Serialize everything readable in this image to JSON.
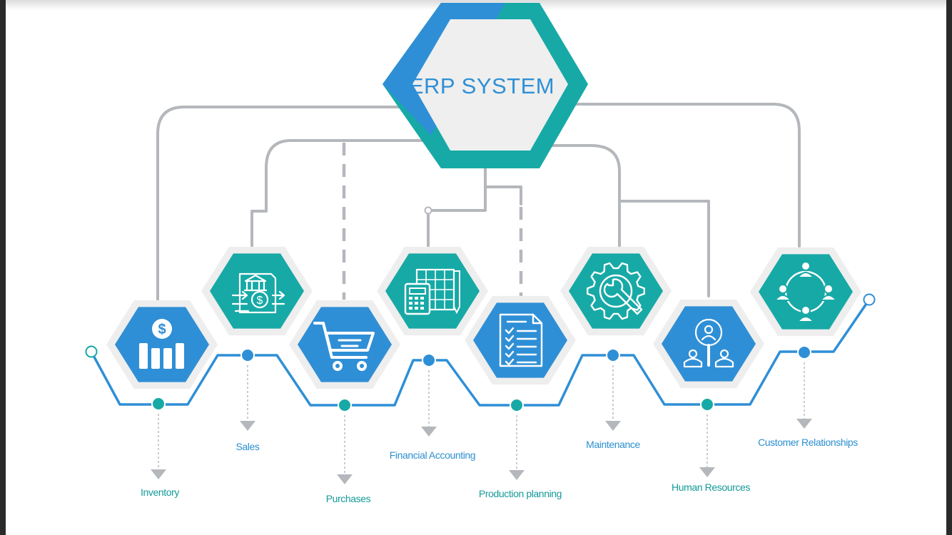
{
  "title": "ERP SYSTEM",
  "colors": {
    "blue": "#2f8fd6",
    "teal": "#17a9a6",
    "blue_label": "#2c8fd0",
    "teal_label": "#139a98",
    "connector": "#b4b7bb",
    "hex_halo": "#eeeeee",
    "hub_fill": "#eeefee"
  },
  "modules": [
    {
      "id": "inventory",
      "label": "Inventory",
      "icon": "dollar-bar-chart-icon",
      "color": "blue",
      "label_color": "teal_label"
    },
    {
      "id": "sales",
      "label": "Sales",
      "icon": "bank-invoice-icon",
      "color": "teal",
      "label_color": "blue_label"
    },
    {
      "id": "purchases",
      "label": "Purchases",
      "icon": "shopping-cart-icon",
      "color": "blue",
      "label_color": "teal_label"
    },
    {
      "id": "financial-accounting",
      "label": "Financial Accounting",
      "icon": "calculator-spreadsheet-icon",
      "color": "teal",
      "label_color": "blue_label"
    },
    {
      "id": "production-planning",
      "label": "Production planning",
      "icon": "checklist-document-icon",
      "color": "blue",
      "label_color": "teal_label"
    },
    {
      "id": "maintenance",
      "label": "Maintenance",
      "icon": "gear-wrench-icon",
      "color": "teal",
      "label_color": "blue_label"
    },
    {
      "id": "human-resources",
      "label": "Human Resources",
      "icon": "people-search-icon",
      "color": "blue",
      "label_color": "teal_label"
    },
    {
      "id": "customer-relationships",
      "label": "Customer Relationships",
      "icon": "customer-network-icon",
      "color": "teal",
      "label_color": "blue_label"
    }
  ]
}
